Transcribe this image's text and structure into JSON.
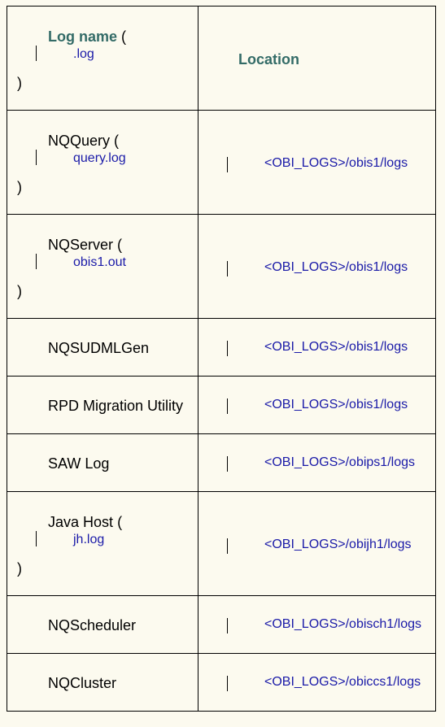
{
  "header": {
    "log_name_label": "Log name",
    "open_paren": "(",
    "log_ext": ".log",
    "close_paren": ")",
    "location_label": "Location"
  },
  "rows": [
    {
      "name": "NQQuery",
      "open_paren": "(",
      "file": "query.log",
      "close_paren": ")",
      "location": "<OBI_LOGS>/obis1/logs"
    },
    {
      "name": "NQServer",
      "open_paren": "(",
      "file": "obis1.out",
      "close_paren": ")",
      "location": "<OBI_LOGS>/obis1/logs"
    },
    {
      "name": "NQSUDMLGen",
      "location": "<OBI_LOGS>/obis1/logs"
    },
    {
      "name": "RPD Migration Utility",
      "location": "<OBI_LOGS>/obis1/logs"
    },
    {
      "name": "SAW Log",
      "location": "<OBI_LOGS>/obips1/logs"
    },
    {
      "name": "Java Host",
      "open_paren": "(",
      "file": "jh.log",
      "close_paren": ")",
      "location": "<OBI_LOGS>/obijh1/logs"
    },
    {
      "name": "NQScheduler",
      "location": "<OBI_LOGS>/obisch1/logs"
    },
    {
      "name": "NQCluster",
      "location": "<OBI_LOGS>/obiccs1/logs"
    }
  ]
}
